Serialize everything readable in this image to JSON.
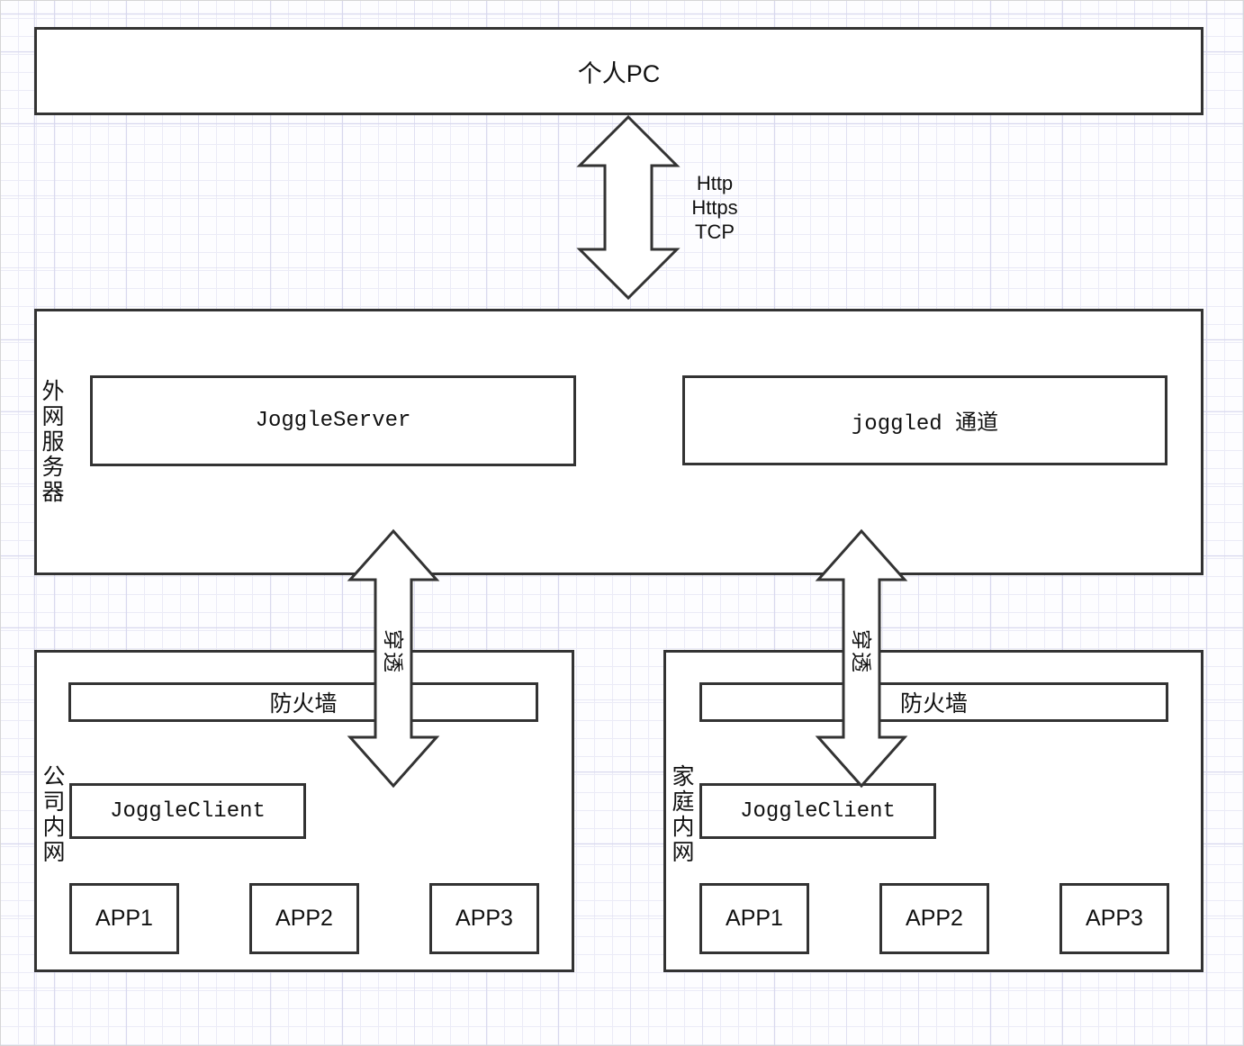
{
  "diagram": {
    "pc_box": {
      "label": "个人PC"
    },
    "top_arrow": {
      "icon": "vertical-double-arrow",
      "protocols": [
        "Http",
        "Https",
        "TCP"
      ]
    },
    "external_server_zone": {
      "label": "外网服务器",
      "joggle_server": {
        "label": "JoggleServer"
      },
      "joggled_channel": {
        "label": "joggled 通道"
      }
    },
    "left_arrow": {
      "icon": "vertical-double-arrow",
      "label": "穿透"
    },
    "right_arrow": {
      "icon": "vertical-double-arrow",
      "label": "穿透"
    },
    "company_zone": {
      "label": "公司内网",
      "firewall": {
        "label": "防火墙"
      },
      "joggle_client": {
        "label": "JoggleClient"
      },
      "apps": [
        "APP1",
        "APP2",
        "APP3"
      ]
    },
    "home_zone": {
      "label": "家庭内网",
      "firewall": {
        "label": "防火墙"
      },
      "joggle_client": {
        "label": "JoggleClient"
      },
      "apps": [
        "APP1",
        "APP2",
        "APP3"
      ]
    },
    "colors": {
      "stroke": "#333333",
      "text": "#111111",
      "shape_fill": "#ffffff",
      "grid_minor": "#ebebf7",
      "grid_major": "#d8d8ee",
      "background": "#fdfdff"
    }
  }
}
